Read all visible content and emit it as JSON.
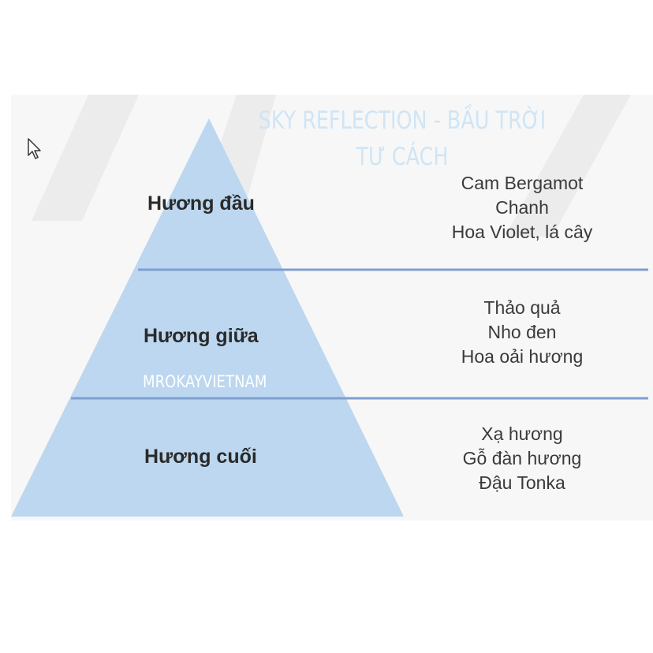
{
  "watermark": {
    "title": "SKY REFLECTION - BẦU TRỜI TƯ CÁCH",
    "brand": "MROKAYVIETNAM"
  },
  "tiers": [
    {
      "label": "Hương đầu",
      "notes": [
        "Cam Bergamot",
        "Chanh",
        "Hoa Violet, lá cây"
      ]
    },
    {
      "label": "Hương giữa",
      "notes": [
        "Thảo quả",
        "Nho đen",
        "Hoa oải hương"
      ]
    },
    {
      "label": "Hương cuối",
      "notes": [
        "Xạ hương",
        "Gỗ đàn hương",
        "Đậu Tonka"
      ]
    }
  ],
  "colors": {
    "pyramid": "#bcd7ef",
    "divider": "#7f9fcf",
    "background_mark": "#ececec"
  },
  "icons": [
    "cursor-icon"
  ]
}
